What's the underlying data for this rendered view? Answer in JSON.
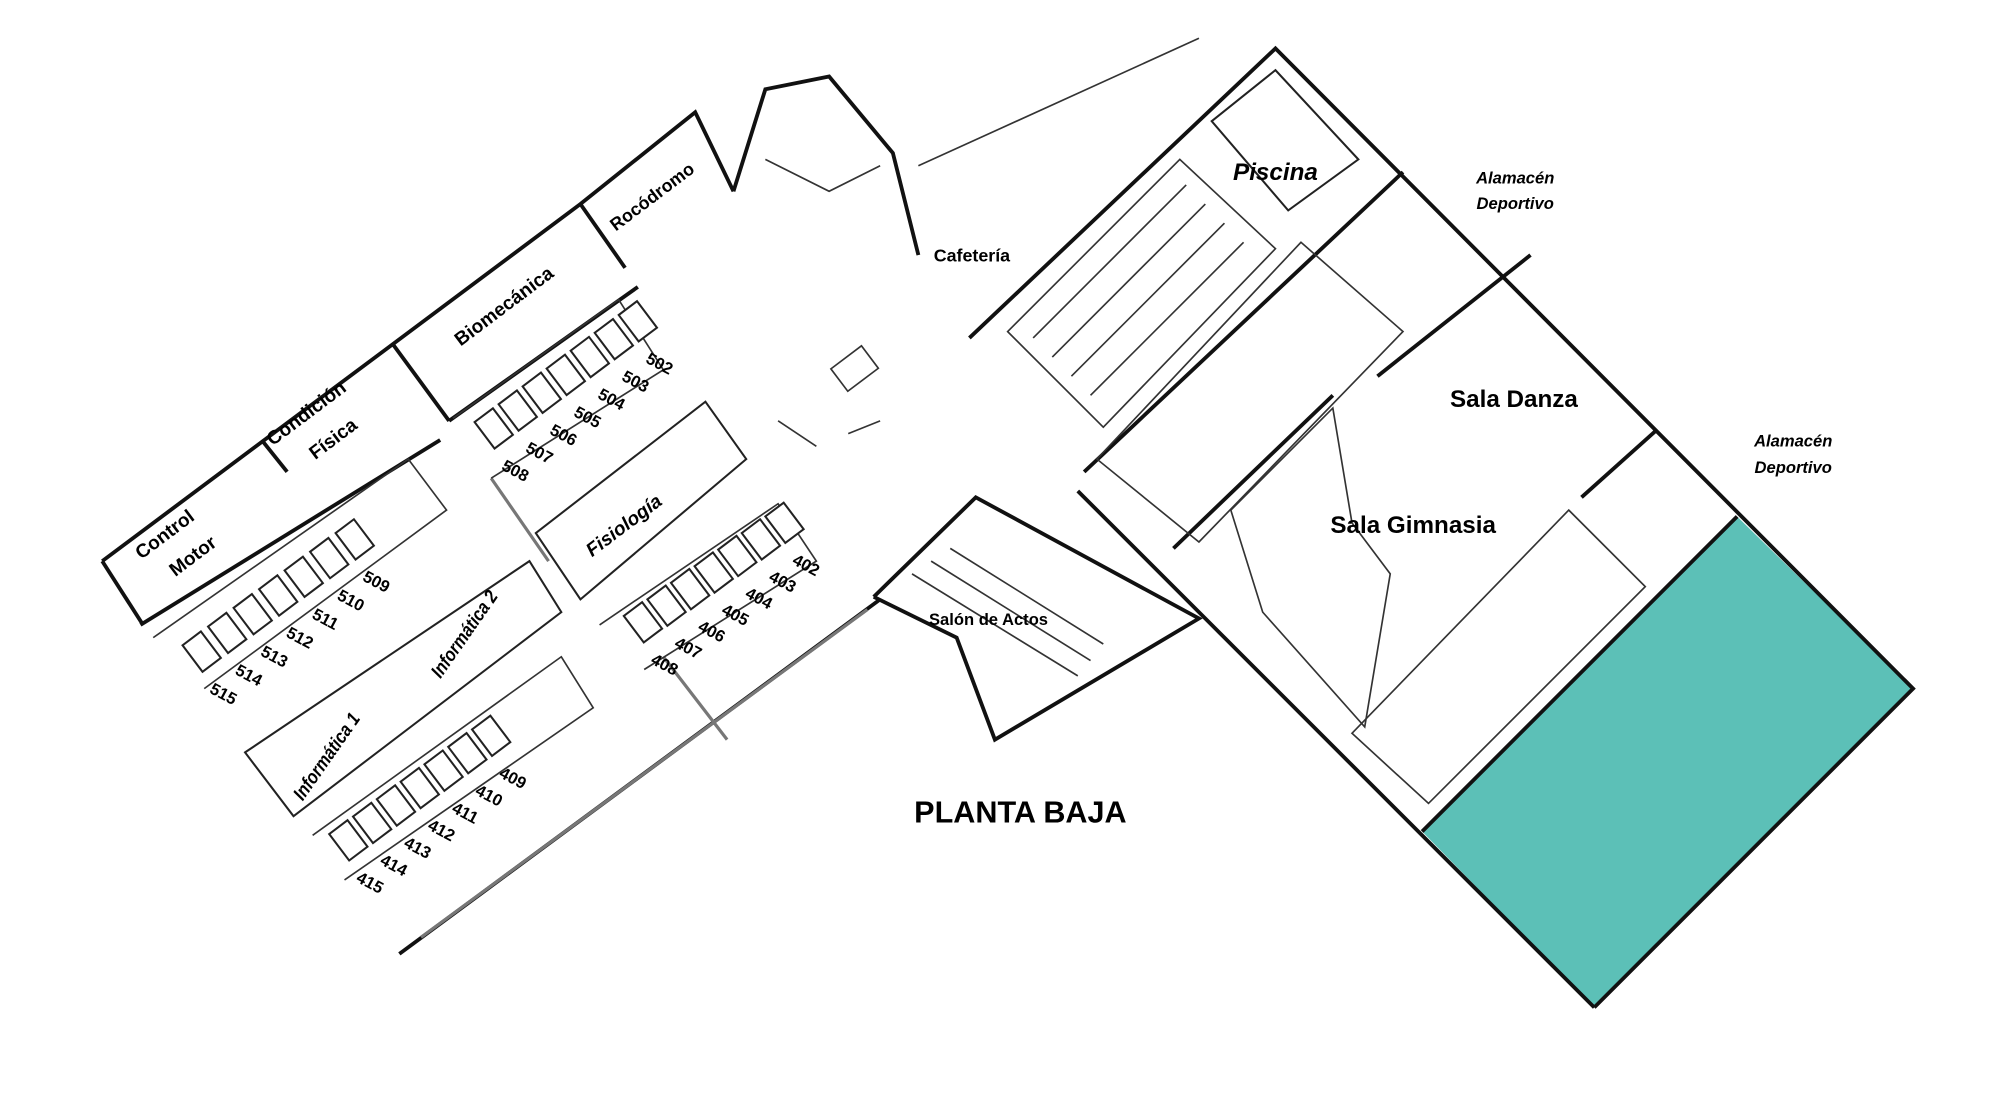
{
  "title": "PLANTA BAJA",
  "colors": {
    "highlight": "#5cc0b7",
    "walls": "#111111",
    "background": "#ffffff"
  },
  "rooms": {
    "rocodromo": "Rocódromo",
    "biomecanica": "Biomecánica",
    "condicion_1": "Condición",
    "condicion_2": "Física",
    "control_1": "Control",
    "control_2": "Motor",
    "fisiologia": "Fisiología",
    "informatica_2": "Informática 2",
    "informatica_1": "Informática 1",
    "cafeteria": "Cafetería",
    "piscina": "Piscina",
    "almacen_1_line1": "Alamacén",
    "almacen_1_line2": "Deportivo",
    "almacen_2_line1": "Alamacén",
    "almacen_2_line2": "Deportivo",
    "sala_danza": "Sala Danza",
    "sala_gimnasia": "Sala Gimnasia",
    "salon_actos": "Salón de Actos"
  },
  "office_groups": [
    {
      "id": "500a",
      "numbers": [
        "502",
        "503",
        "504",
        "505",
        "506",
        "507",
        "508"
      ]
    },
    {
      "id": "500b",
      "numbers": [
        "509",
        "510",
        "511",
        "512",
        "513",
        "514",
        "515"
      ]
    },
    {
      "id": "400a",
      "numbers": [
        "402",
        "403",
        "404",
        "405",
        "406",
        "407",
        "408"
      ]
    },
    {
      "id": "400b",
      "numbers": [
        "409",
        "410",
        "411",
        "412",
        "413",
        "414",
        "415"
      ]
    }
  ]
}
